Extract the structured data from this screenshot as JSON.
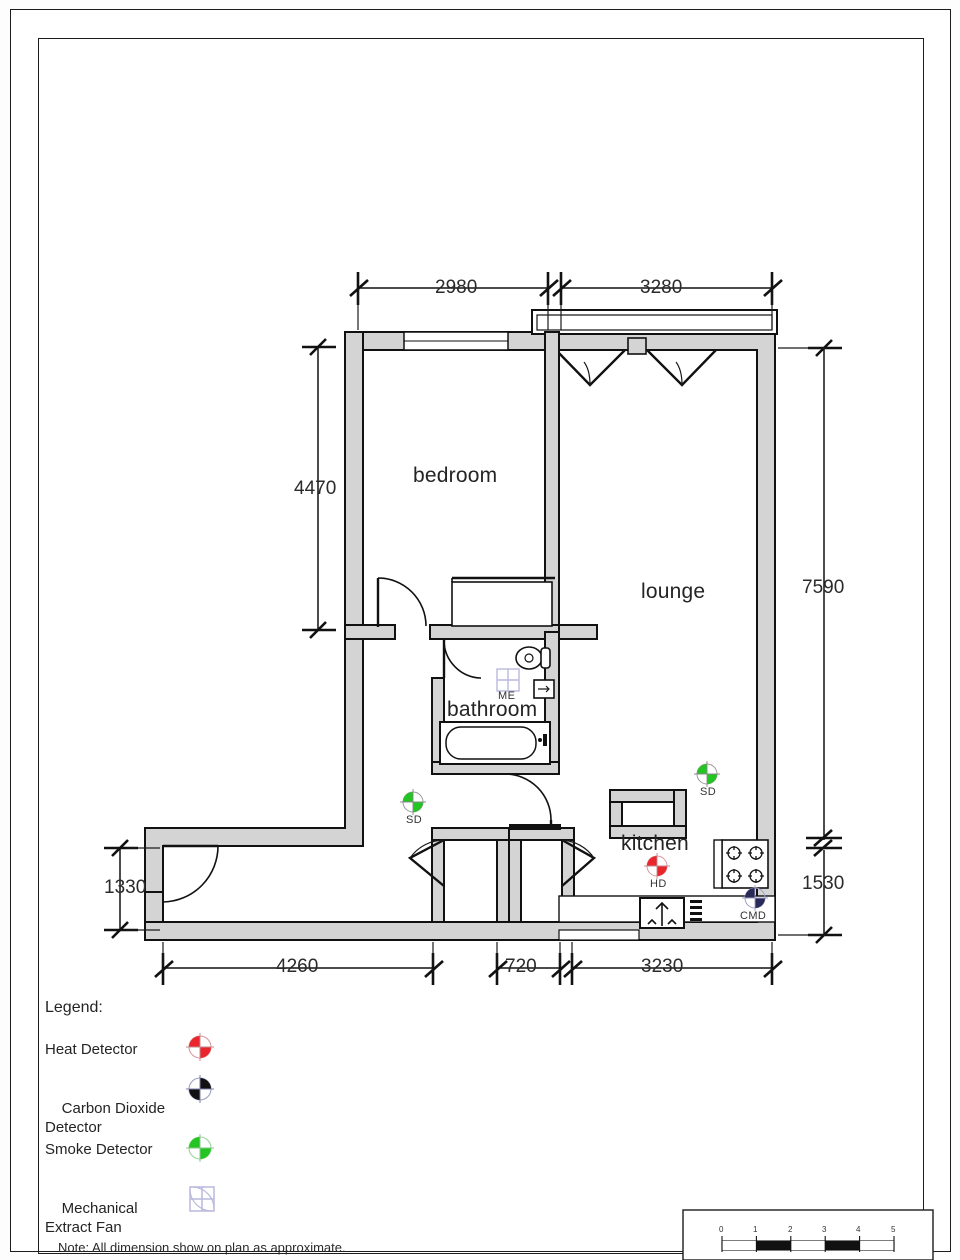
{
  "document": {
    "type": "floor-plan",
    "note": "Note: All dimension show on plan as approximate."
  },
  "rooms": [
    {
      "name": "bedroom",
      "label": "bedroom"
    },
    {
      "name": "lounge",
      "label": "lounge"
    },
    {
      "name": "bathroom",
      "label": "bathroom"
    },
    {
      "name": "kitchen",
      "label": "kitchen"
    }
  ],
  "dimensions": {
    "top": [
      {
        "value": "2980"
      },
      {
        "value": "3280"
      }
    ],
    "bottom": [
      {
        "value": "4260"
      },
      {
        "value": "720"
      },
      {
        "value": "3230"
      }
    ],
    "left_inner": [
      {
        "value": "4470"
      }
    ],
    "left_outer": [
      {
        "value": "1330"
      }
    ],
    "right": [
      {
        "value": "7590"
      },
      {
        "value": "1530"
      }
    ]
  },
  "devices": [
    {
      "tag": "SD",
      "name": "smoke-detector-hall"
    },
    {
      "tag": "SD",
      "name": "smoke-detector-lounge"
    },
    {
      "tag": "HD",
      "name": "heat-detector-kitchen"
    },
    {
      "tag": "CMD",
      "name": "carbon-monoxide-detector-kitchen"
    },
    {
      "tag": "ME",
      "name": "mechanical-extract-fan-bathroom"
    }
  ],
  "legend": {
    "title": "Legend:",
    "items": [
      {
        "label": "Heat Detector",
        "icon": "heat-detector-icon",
        "color": "#e8262b"
      },
      {
        "label": "Carbon Dioxide\nDetector",
        "icon": "carbon-dioxide-detector-icon",
        "color": "#111111"
      },
      {
        "label": "Smoke Detector",
        "icon": "smoke-detector-icon",
        "color": "#1ec71e"
      },
      {
        "label": "Mechanical\nExtract Fan",
        "icon": "mechanical-extract-fan-icon",
        "color": "#b9b9dd"
      }
    ]
  },
  "scale_bar": {
    "ticks": [
      "0",
      "1",
      "2",
      "3",
      "4",
      "5"
    ]
  },
  "colors": {
    "wall_fill": "#d4d4d4",
    "wall_stroke": "#111111",
    "paper": "#ffffff",
    "text": "#242424"
  }
}
